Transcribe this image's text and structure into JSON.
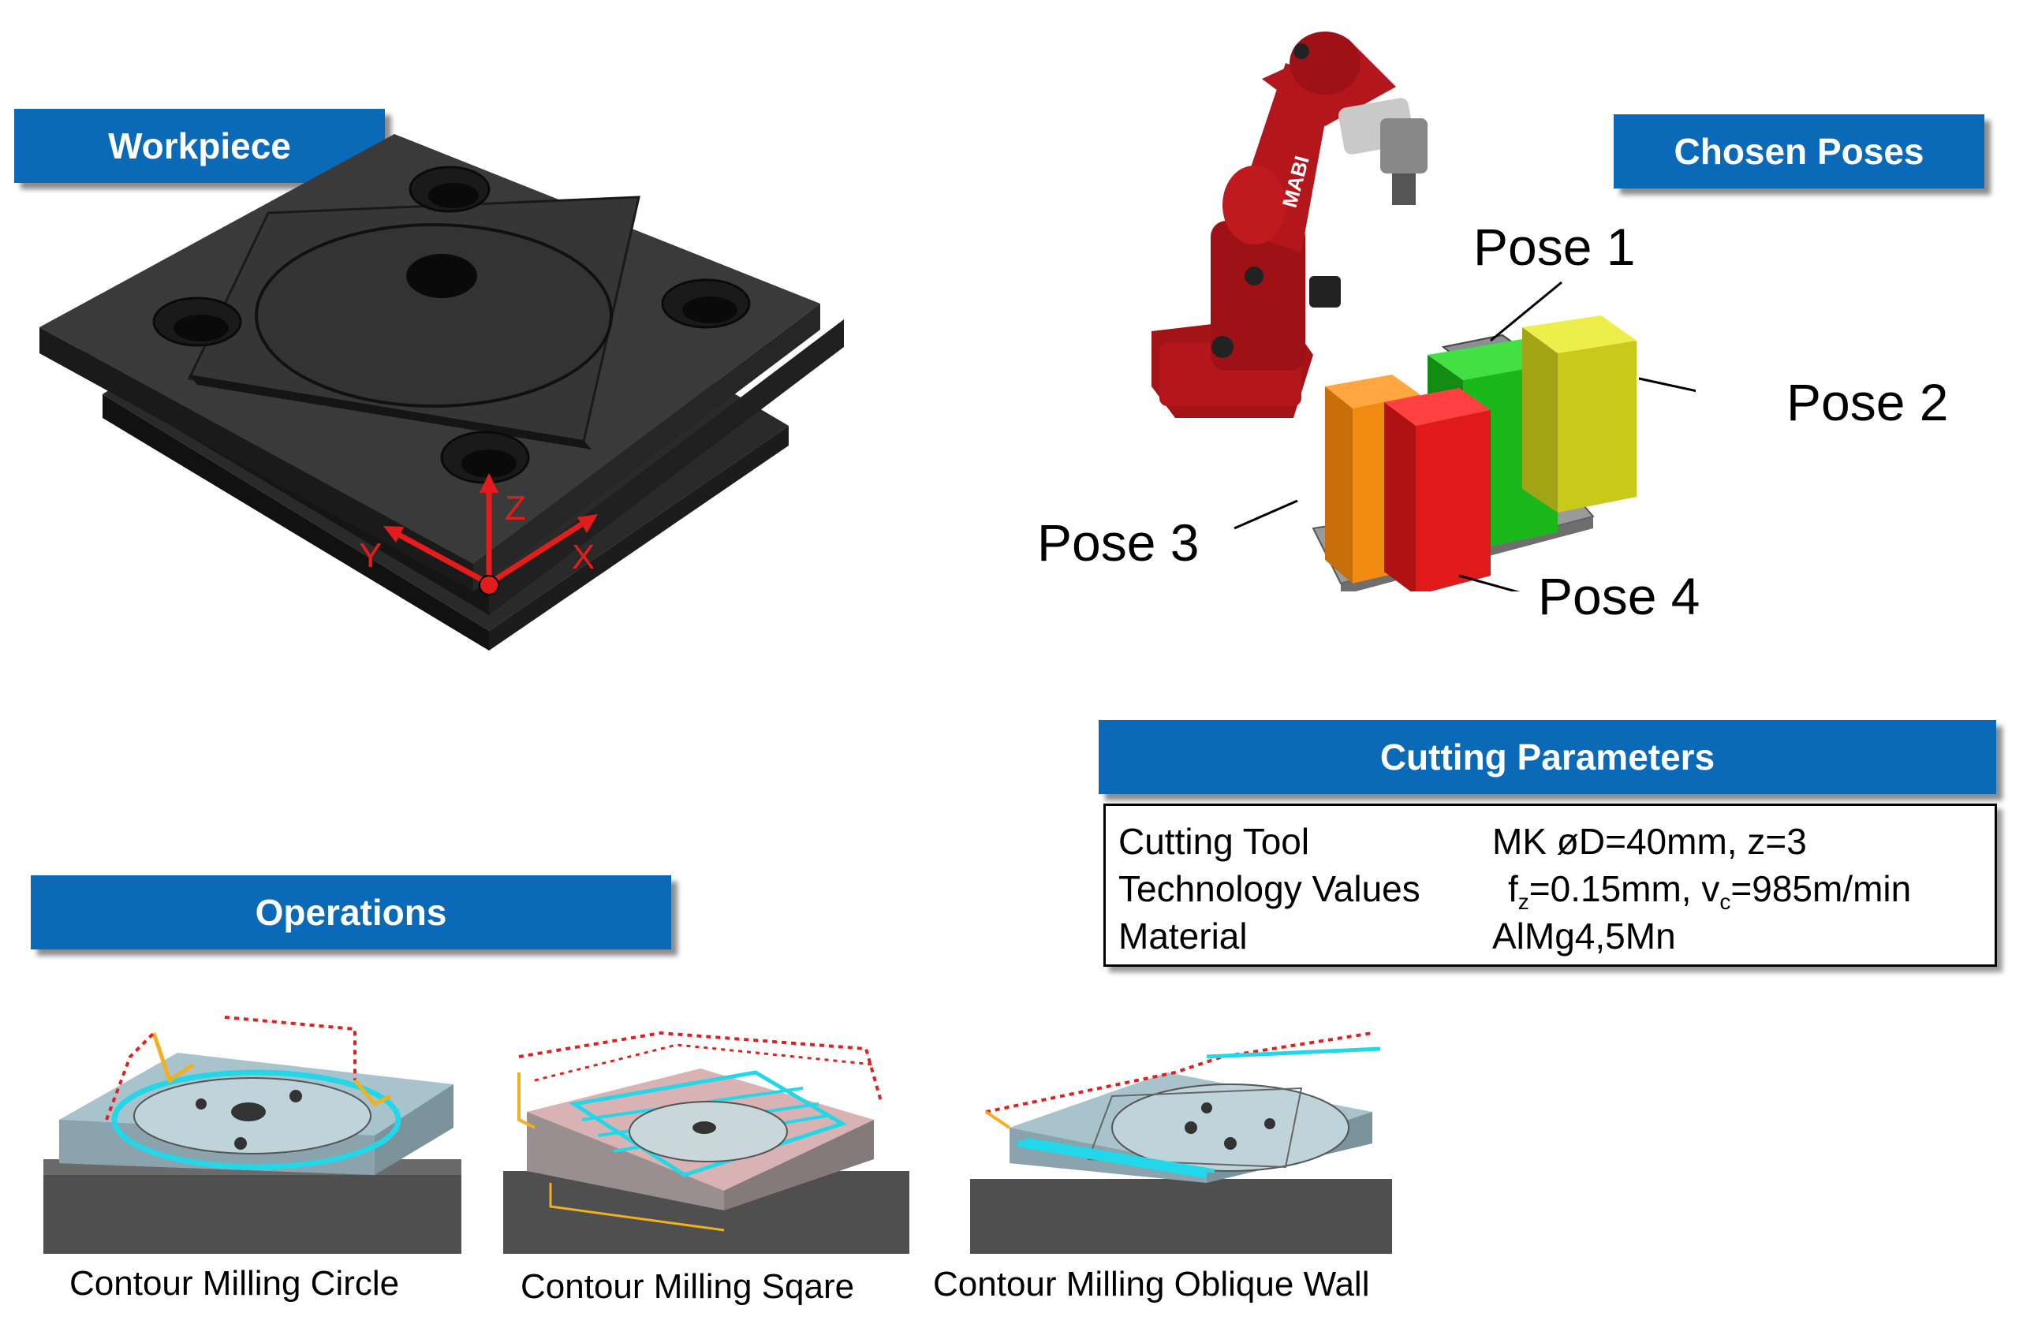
{
  "banners": {
    "workpiece": "Workpiece",
    "chosen_poses": "Chosen Poses",
    "cutting_parameters": "Cutting Parameters",
    "operations": "Operations"
  },
  "axes": {
    "x": "X",
    "y": "Y",
    "z": "Z"
  },
  "poses": {
    "pose1": "Pose 1",
    "pose2": "Pose 2",
    "pose3": "Pose 3",
    "pose4": "Pose 4"
  },
  "robot_brand": "MABI",
  "cutting_parameters": {
    "tool_key": "Cutting Tool",
    "tool_value": "MK øD=40mm, z=3",
    "tech_key": "Technology Values",
    "tech_fz_prefix": "f",
    "tech_fz_sub": "z",
    "tech_fz_rest": "=0.15mm, v",
    "tech_vc_sub": "c",
    "tech_vc_rest": "=985m/min",
    "material_key": "Material",
    "material_value": "AlMg4,5Mn"
  },
  "operations": {
    "op1": "Contour Milling Circle",
    "op2": "Contour Milling Sqare",
    "op3": "Contour Milling Oblique Wall"
  },
  "colors": {
    "banner": "#0A6AB8",
    "workpiece": "#3a3a3a",
    "robot": "#B3161B",
    "pose1_block": "#1BC41B",
    "pose2_block": "#D4D41A",
    "pose3_block": "#F08A10",
    "pose4_block": "#E01A1A",
    "axis": "#E31C1C",
    "toolpath_cyan": "#22D8E8",
    "toolpath_red": "#E02020",
    "toolpath_yellow": "#F0B020"
  }
}
